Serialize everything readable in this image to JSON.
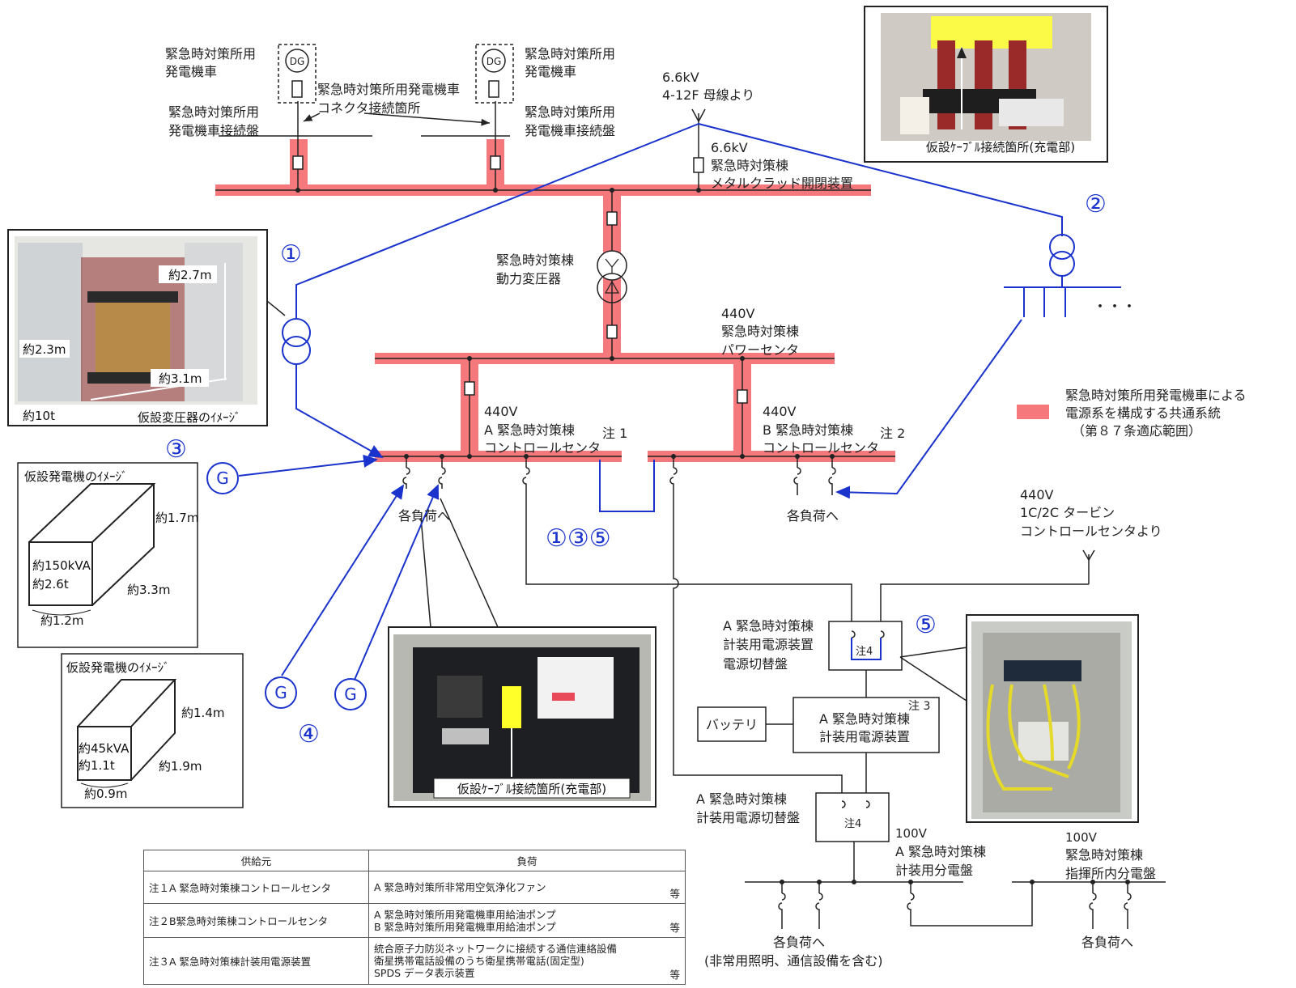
{
  "labels": {
    "gen_left": [
      "緊急時対策所用",
      "発電機車"
    ],
    "gen_right": [
      "緊急時対策所用",
      "発電機車"
    ],
    "dg": "DG",
    "connector": [
      "緊急時対策所用発電機車",
      "コネクタ接続箇所"
    ],
    "panel_left": [
      "緊急時対策所用",
      "発電機車接続盤"
    ],
    "panel_right": [
      "緊急時対策所用",
      "発電機車接続盤"
    ],
    "source_66": [
      "6.6kV",
      "4-12F 母線より"
    ],
    "mc_switchgear": [
      "6.6kV",
      "緊急時対策棟",
      "メタルクラッド開閉装置"
    ],
    "power_transformer": [
      "緊急時対策棟",
      "動力変圧器"
    ],
    "power_center": [
      "440V",
      "緊急時対策棟",
      "パワーセンタ"
    ],
    "cc_a": [
      "440V",
      "A 緊急時対策棟",
      "コントロールセンタ"
    ],
    "cc_b": [
      "440V",
      "B 緊急時対策棟",
      "コントロールセンタ"
    ],
    "note1": "注 1",
    "note2": "注 2",
    "note3": "注 3",
    "note4": "注4",
    "loads": "各負荷へ",
    "turbine": [
      "440V",
      "1C/2C タービン",
      "コントロールセンタより"
    ],
    "inst_switch_top": [
      "A 緊急時対策棟",
      "計装用電源装置",
      "電源切替盤"
    ],
    "battery": "バッテリ",
    "inst_power": [
      "A 緊急時対策棟",
      "計装用電源装置"
    ],
    "inst_switch_bottom": [
      "A 緊急時対策棟",
      "計装用電源切替盤"
    ],
    "dist_a": [
      "100V",
      "A 緊急時対策棟",
      "計装用分電盤"
    ],
    "dist_cmd": [
      "100V",
      "緊急時対策棟",
      "指揮所内分電盤"
    ],
    "loads_bottom": [
      "各負荷へ",
      "(非常用照明、通信設備を含む)"
    ],
    "dots": "・・・",
    "g": "G",
    "n1": "①",
    "n2": "②",
    "n3": "③",
    "n4": "④",
    "n5": "⑤",
    "n135": "①③⑤"
  },
  "legend": {
    "color": "#f4787c",
    "text": [
      "緊急時対策所用発電機車による",
      "電源系を構成する共通系統",
      "（第８７条適応範囲）"
    ]
  },
  "photos": {
    "cable_top": "仮設ｹｰﾌﾞﾙ接続箇所(充電部)",
    "transformer": {
      "caption": "仮設変圧器のｲﾒｰｼﾞ",
      "h": "約2.7m",
      "d": "約2.3m",
      "w": "約3.1m",
      "weight": "約10t"
    },
    "cable_bottom": "仮設ｹｰﾌﾞﾙ接続箇所(充電部)"
  },
  "generators": [
    {
      "title": "仮設発電機のｲﾒｰｼﾞ",
      "h": "約1.7m",
      "w": "約3.3m",
      "d": "約1.2m",
      "spec": [
        "約150kVA",
        "約2.6t"
      ]
    },
    {
      "title": "仮設発電機のｲﾒｰｼﾞ",
      "h": "約1.4m",
      "w": "約1.9m",
      "d": "約0.9m",
      "spec": [
        "約45kVA",
        "約1.1t"
      ]
    }
  ],
  "table": {
    "headers": [
      "供給元",
      "負荷"
    ],
    "rows": [
      {
        "source": "注１A 緊急時対策棟コントロールセンタ",
        "loads": [
          "A 緊急時対策所非常用空気浄化ファン"
        ],
        "etc": "等"
      },
      {
        "source": "注２B緊急時対策棟コントロールセンタ",
        "loads": [
          "A 緊急時対策所用発電機車用給油ポンプ",
          "B 緊急時対策所用発電機車用給油ポンプ"
        ],
        "etc": "等"
      },
      {
        "source": "注３A 緊急時対策棟計装用電源装置",
        "loads": [
          "統合原子力防災ネットワークに接続する通信連絡設備",
          "衛星携帯電話設備のうち衛星携帯電話(固定型)",
          "SPDS データ表示装置"
        ],
        "etc": "等"
      }
    ]
  }
}
